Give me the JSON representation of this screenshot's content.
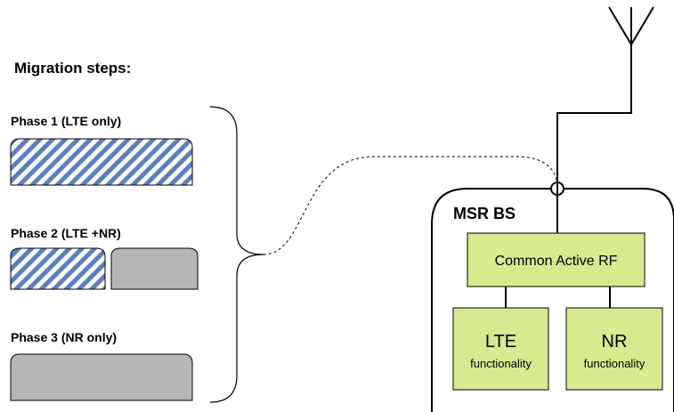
{
  "title": "Migration steps:",
  "phases": [
    {
      "label": "Phase 1 (LTE only)"
    },
    {
      "label": "Phase 2 (LTE +NR)"
    },
    {
      "label": "Phase 3 (NR only)"
    }
  ],
  "bs": {
    "title": "MSR BS",
    "rf_label": "Common Active RF",
    "lte": {
      "name": "LTE",
      "sub": "functionality"
    },
    "nr": {
      "name": "NR",
      "sub": "functionality"
    }
  },
  "colors": {
    "lte_stripe": "#5b7fbf",
    "nr_fill": "#b6b6b6",
    "block_fill": "#d6ea8f",
    "outline": "#000000"
  }
}
